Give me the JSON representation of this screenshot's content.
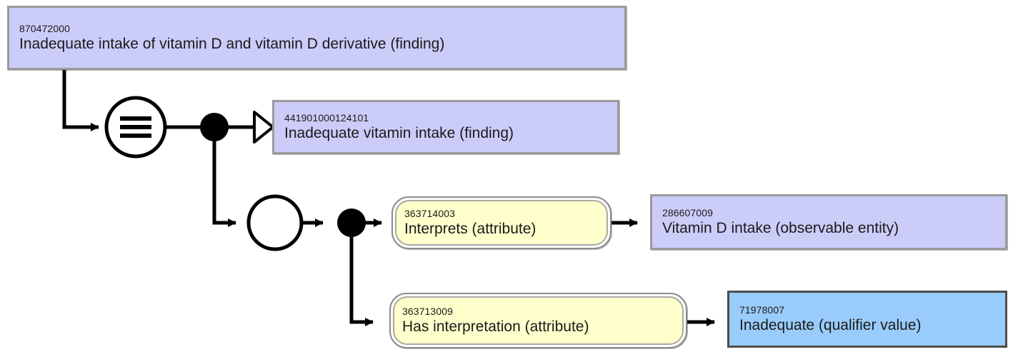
{
  "diagram": {
    "type": "snomed-ct-concept-diagram",
    "title": "Inadequate intake of vitamin D and vitamin D derivative (finding)",
    "colors": {
      "concept_fill": "#ccccf9",
      "concept_border": "#9a9a9a",
      "attribute_fill": "#ffffcc",
      "attribute_border": "#8c8c8c",
      "value_fill": "#99ccfa",
      "value_border": "#4d4d4d",
      "line": "#000000"
    },
    "nodes": {
      "focus_concept": {
        "sctid": "870472000",
        "term": "Inadequate intake of vitamin D and vitamin D derivative (finding)",
        "kind": "concept"
      },
      "parent_concept": {
        "sctid": "441901000124101",
        "term": "Inadequate vitamin intake (finding)",
        "kind": "concept"
      },
      "attribute_interprets": {
        "sctid": "363714003",
        "term": "Interprets (attribute)",
        "kind": "attribute"
      },
      "value_vitamin_d_intake": {
        "sctid": "286607009",
        "term": "Vitamin D intake (observable entity)",
        "kind": "concept"
      },
      "attribute_has_interpretation": {
        "sctid": "363713009",
        "term": "Has interpretation (attribute)",
        "kind": "attribute"
      },
      "value_inadequate": {
        "sctid": "71978007",
        "term": "Inadequate (qualifier value)",
        "kind": "qualifier-value"
      }
    },
    "glyphs": {
      "equivalence": "equivalent-to-circle",
      "conjunction": "conjunction-dot",
      "role_group": "role-group-circle",
      "is_a": "is-a-hollow-triangle"
    }
  }
}
